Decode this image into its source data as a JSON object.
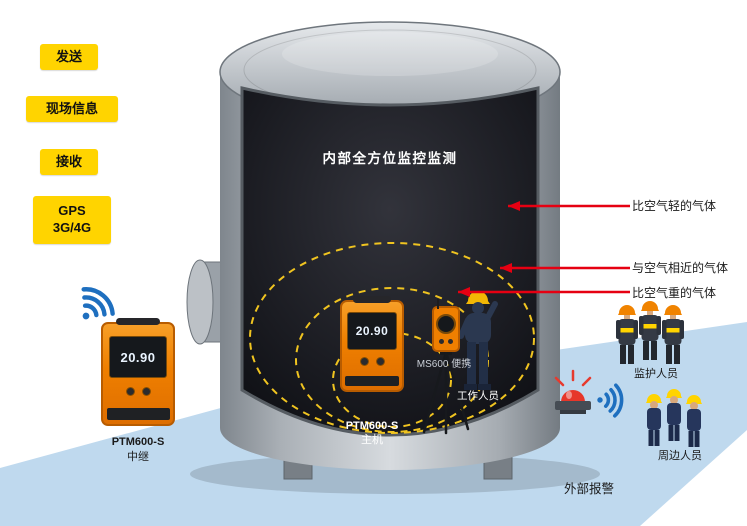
{
  "scene": {
    "left_tags": [
      {
        "label": "发送"
      },
      {
        "label": "现场信息"
      },
      {
        "label": "接收"
      }
    ],
    "gps_tag": {
      "line1": "GPS",
      "line2": "3G/4G"
    },
    "tank_title": "内部全方位监控监测",
    "gas_annotations": [
      {
        "label": "比空气轻的气体"
      },
      {
        "label": "与空气相近的气体"
      },
      {
        "label": "比空气重的气体"
      }
    ],
    "devices": {
      "relay": {
        "model": "PTM600-S",
        "role": "中继",
        "reading": "20.90"
      },
      "host": {
        "model": "PTM600-S",
        "role": "主机",
        "reading": "20.90"
      },
      "portable": {
        "label": "MS600 便携"
      }
    },
    "people": {
      "worker": "工作人员",
      "guards": "监护人员",
      "nearby": "周边人员"
    },
    "external_alarm": "外部报警",
    "colors": {
      "tag_yellow": "#FFD400",
      "arrow_red": "#E60012",
      "ring_yellow": "#F0C420",
      "device_orange": "#F08300",
      "floor_blue": "#BFD9EE",
      "wifi_blue": "#1E6FBF"
    }
  }
}
